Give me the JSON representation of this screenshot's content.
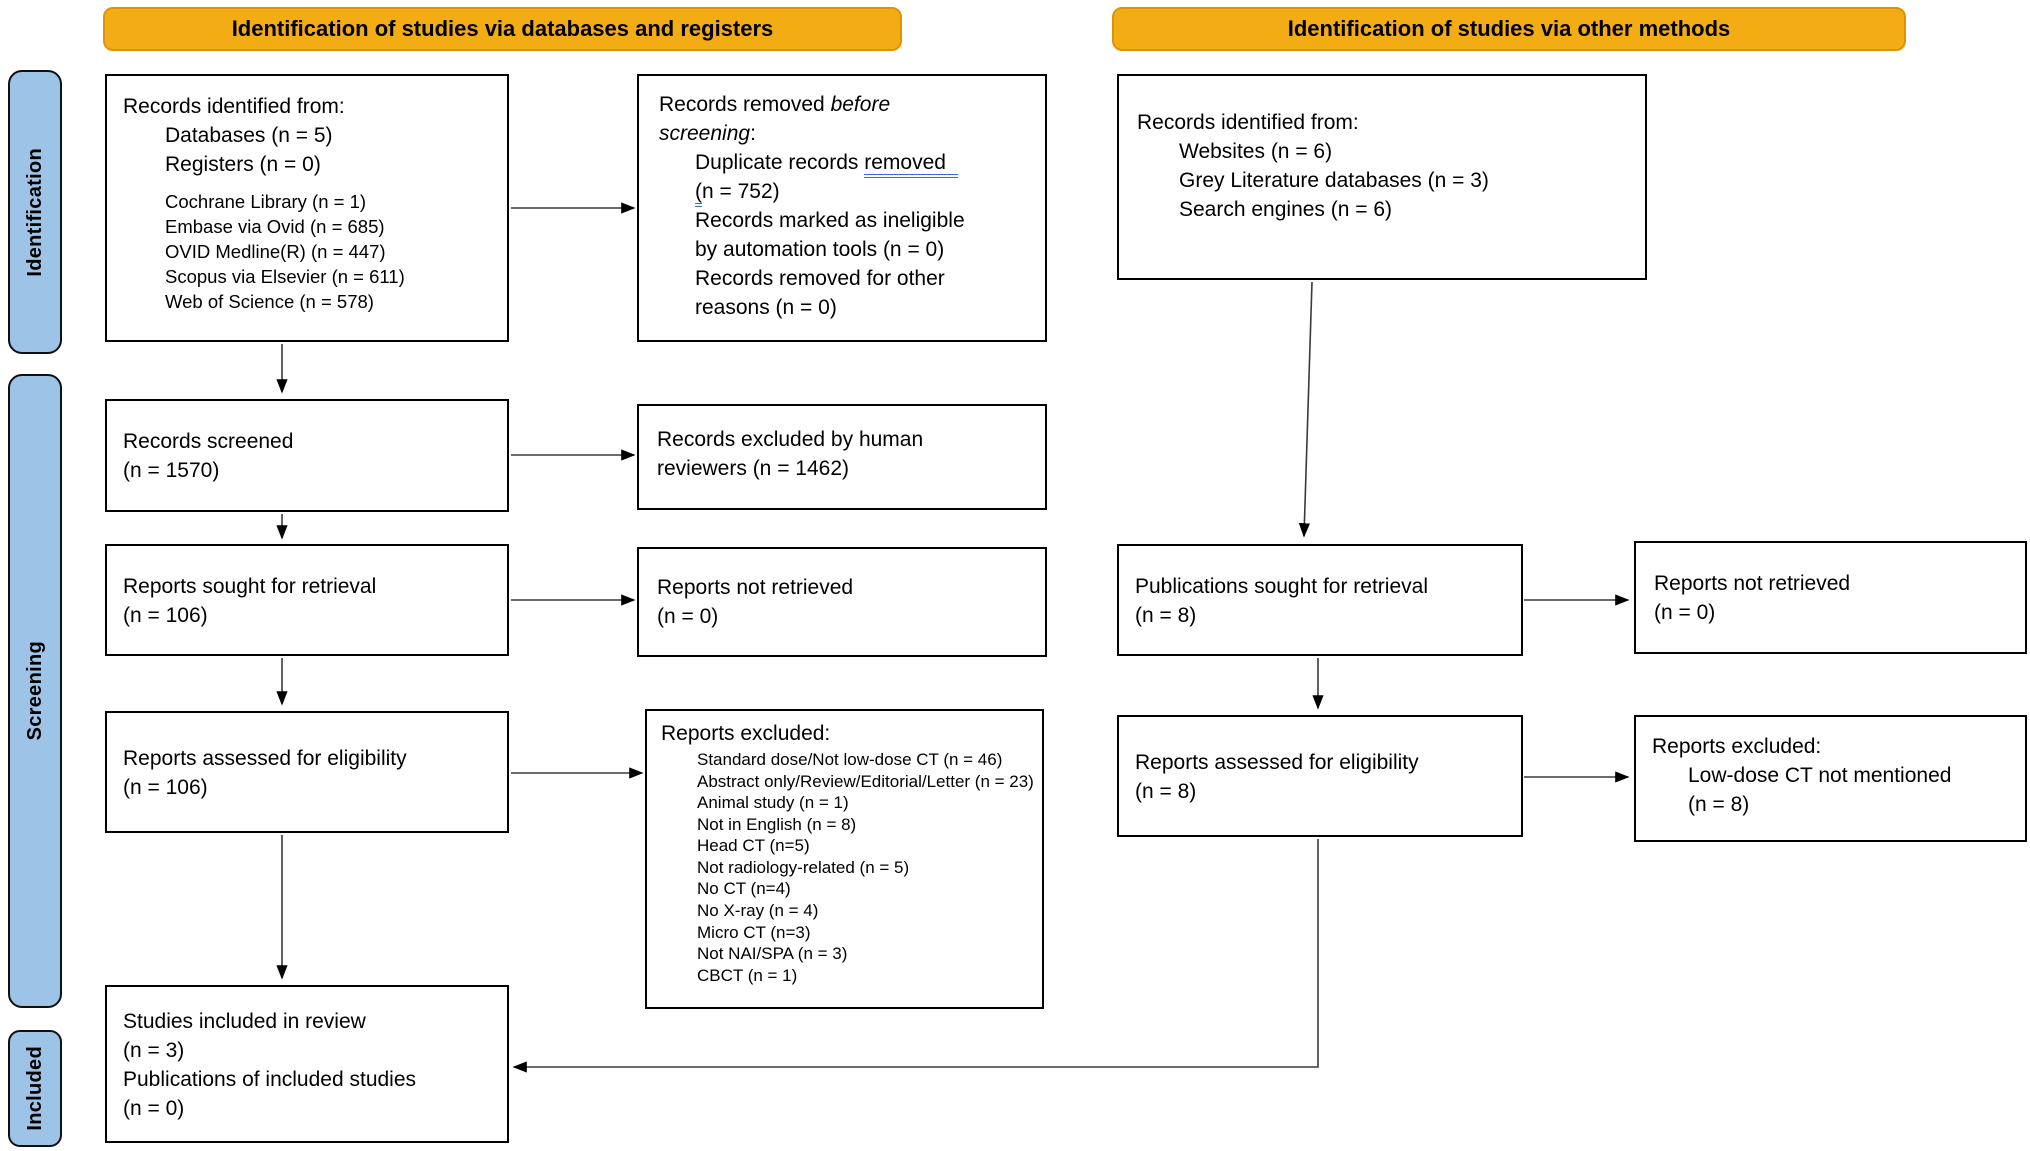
{
  "headers": {
    "databases": "Identification of studies via databases and registers",
    "other": "Identification of studies via other methods"
  },
  "sidebar": {
    "identification": "Identification",
    "screening": "Screening",
    "included": "Included"
  },
  "colors": {
    "header_fill": "#F4AC15",
    "header_border": "#DE9307",
    "sidebar_fill": "#9DC3E6",
    "grammar_underline_blue": "#2E6FD8"
  },
  "boxes": {
    "db_identified": {
      "title": "Records identified from:",
      "lines": [
        "Databases (n = 5)",
        "Registers (n = 0)"
      ],
      "sources": [
        "Cochrane Library (n = 1)",
        "Embase via Ovid (n = 685)",
        "OVID Medline(R) (n = 447)",
        "Scopus via Elsevier (n = 611)",
        "Web of Science (n = 578)"
      ]
    },
    "records_removed": {
      "title_pre": "Records removed ",
      "title_italic_1": "before",
      "title_italic_2": "screening",
      "title_post": ":",
      "dup_pre": "Duplicate records ",
      "dup_underlined": "removed",
      "dup_paren": "(",
      "dup_rest": "n = 752)",
      "item2_lines": [
        "Records marked as ineligible",
        "by automation tools (n = 0)"
      ],
      "item3_lines": [
        "Records removed for other",
        "reasons (n = 0)"
      ]
    },
    "other_identified": {
      "title": "Records identified from:",
      "items": [
        "Websites (n = 6)",
        "Grey Literature databases (n = 3)",
        "Search engines (n = 6)"
      ]
    },
    "records_screened": {
      "line1": "Records screened",
      "line2": "(n = 1570)"
    },
    "records_excluded_human": {
      "text": "Records excluded by human reviewers (n = 1462)"
    },
    "reports_sought": {
      "line1": "Reports sought for retrieval",
      "line2": "(n = 106)"
    },
    "reports_not_retrieved": {
      "line1": "Reports not retrieved",
      "line2": "(n = 0)"
    },
    "reports_assessed": {
      "line1": "Reports assessed for eligibility",
      "line2": "(n = 106)"
    },
    "reports_excluded": {
      "title": "Reports excluded:",
      "items": [
        "Standard dose/Not low-dose CT (n = 46)",
        "Abstract only/Review/Editorial/Letter (n = 23)",
        "Animal study (n = 1)",
        "Not in English (n = 8)",
        "Head CT (n=5)",
        "Not radiology-related (n = 5)",
        "No CT (n=4)",
        "No X-ray (n = 4)",
        "Micro CT (n=3)",
        "Not NAI/SPA (n = 3)",
        "CBCT (n = 1)"
      ]
    },
    "pubs_sought": {
      "line1": "Publications sought for retrieval",
      "line2": "(n = 8)"
    },
    "pubs_not_retrieved": {
      "line1": "Reports not retrieved",
      "line2": "(n = 0)"
    },
    "reports_assessed_other": {
      "line1": "Reports assessed for eligibility",
      "line2": "(n = 8)"
    },
    "reports_excluded_other": {
      "title": "Reports excluded:",
      "item_line1": "Low-dose CT not mentioned",
      "item_line2": "(n = 8)"
    },
    "included_studies": {
      "lines": [
        "Studies included in review",
        "(n = 3)",
        "Publications of included studies",
        "(n = 0)"
      ]
    }
  }
}
